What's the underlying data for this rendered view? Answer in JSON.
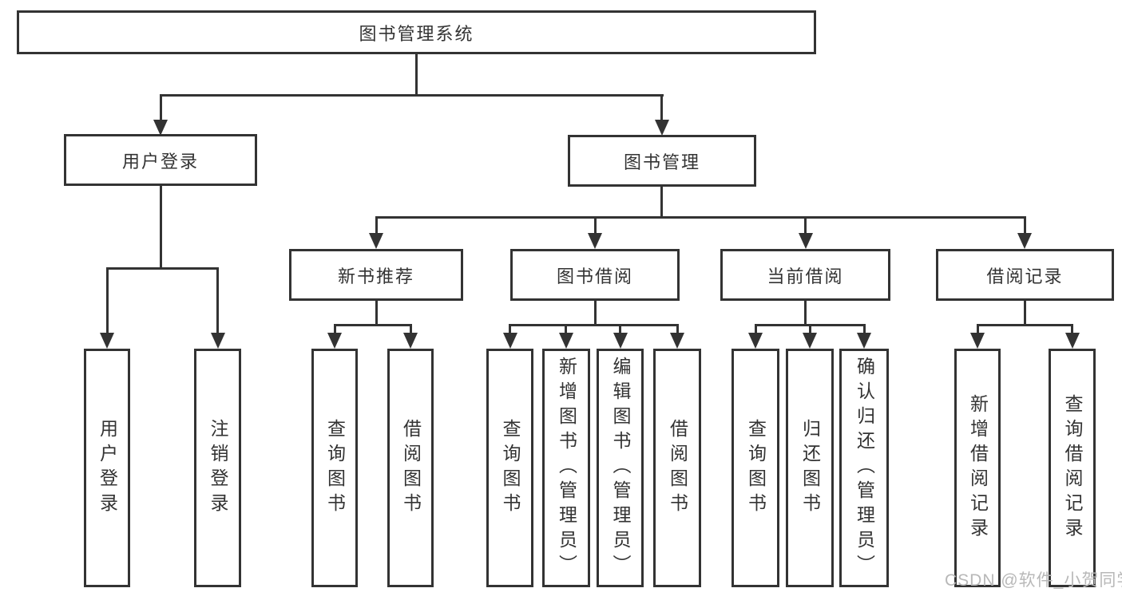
{
  "diagram": {
    "root": {
      "label": "图书管理系统"
    },
    "level2": [
      {
        "label": "用户登录"
      },
      {
        "label": "图书管理"
      }
    ],
    "level3": [
      {
        "label": "新书推荐"
      },
      {
        "label": "图书借阅"
      },
      {
        "label": "当前借阅"
      },
      {
        "label": "借阅记录"
      }
    ],
    "leaves": {
      "user_login": [
        "用户登录",
        "注销登录"
      ],
      "new_book_recommend": [
        "查询图书",
        "借阅图书"
      ],
      "book_borrow": [
        "查询图书",
        "新增图书（管理员）",
        "编辑图书（管理员）",
        "借阅图书"
      ],
      "current_borrow": [
        "查询图书",
        "归还图书",
        "确认归还（管理员）"
      ],
      "borrow_record": [
        "新增借阅记录",
        "查询借阅记录"
      ]
    },
    "watermark": "CSDN @软件_小贺同学",
    "colors": {
      "line": "#333333",
      "box_border": "#333333",
      "text": "#333333",
      "watermark": "#b8b8b8",
      "background": "#ffffff"
    }
  }
}
